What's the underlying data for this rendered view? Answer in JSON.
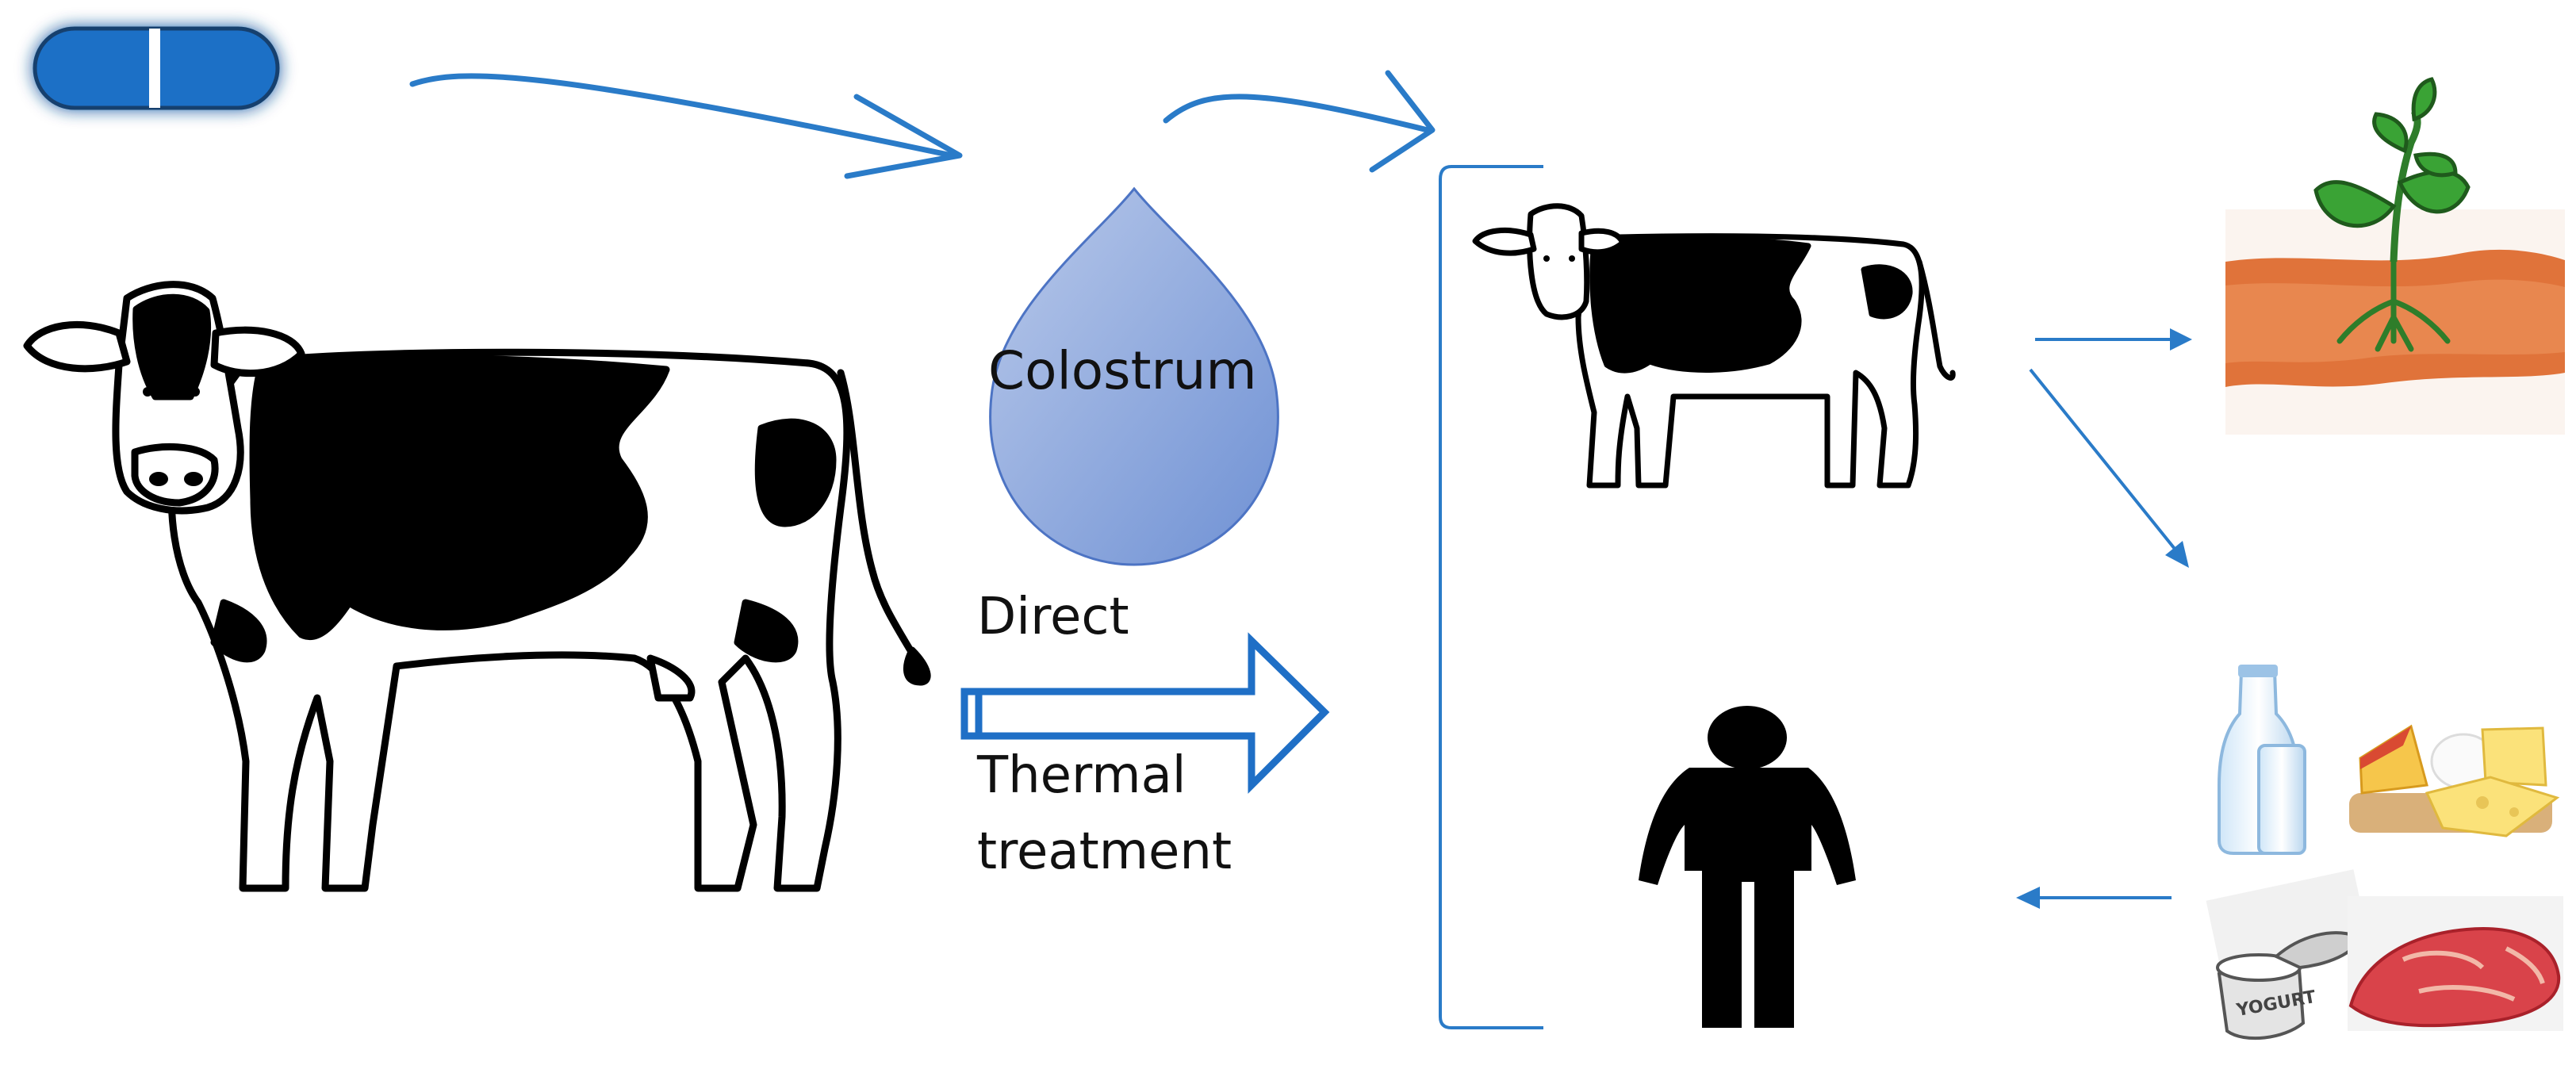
{
  "labels": {
    "colostrum": "Colostrum",
    "direct": "Direct",
    "thermal_line1": "Thermal",
    "thermal_line2": "treatment",
    "yogurt": "YOGURT"
  },
  "colors": {
    "arrow_blue": "#2a7bc8",
    "capsule_blue": "#1f6fc6",
    "drop_top": "#aec1e6",
    "drop_bottom": "#7596d6",
    "soil": "#e0733a",
    "plant_green": "#3aa335",
    "meat_red": "#d9434a"
  },
  "icons": [
    "capsule-icon",
    "cow-icon",
    "colostrum-drop-icon",
    "hollow-arrow-icon",
    "small-cow-icon",
    "person-icon",
    "plant-in-soil-icon",
    "milk-bottle-icon",
    "cheese-icon",
    "yogurt-cup-icon",
    "meat-steak-icon"
  ]
}
